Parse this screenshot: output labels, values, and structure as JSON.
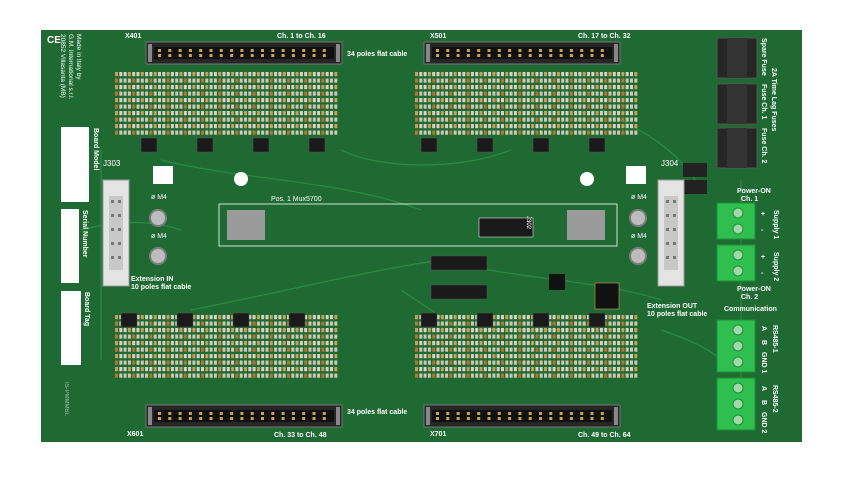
{
  "board": {
    "colors": {
      "pcb": "#1f6a33",
      "pcb_dark": "#165527",
      "trace": "#2c8a43",
      "silkscreen": "#ffffff",
      "terminal": "#2fbf4f",
      "connector": "#262626"
    },
    "manufacturer": [
      "Made in Italy by",
      "G.M. International s.r.l.",
      "20852 Villasanta (MB)"
    ],
    "panels": {
      "board_model": "Board Model",
      "serial_number": "Serial Number",
      "board_tag": "Board Tag"
    },
    "bottom_code": "IS-PMMMBL"
  },
  "connectors": {
    "x401": {
      "ref": "X401",
      "channels": "Ch. 1 to Ch. 16"
    },
    "x501": {
      "ref": "X501",
      "channels": "Ch. 17 to Ch. 32"
    },
    "x601": {
      "ref": "X601",
      "channels": "Ch. 33 to Ch. 48"
    },
    "x701": {
      "ref": "X701",
      "channels": "Ch. 49 to Ch. 64"
    },
    "flat_cable_label": "34 poles flat cable",
    "j303": {
      "ref": "J303",
      "label": "Extension IN",
      "sub": "10 poles flat cable"
    },
    "j304": {
      "ref": "J304",
      "label": "Extension OUT",
      "sub": "10 poles flat cable"
    },
    "j302": "J302"
  },
  "mounting": {
    "hole_label": "ø M4"
  },
  "module_slot": "Pos. 1 Mux5700",
  "fuses": {
    "group_title": "2A Time Lag Fuses",
    "spare": "Spare Fuse",
    "ch1": "Fuse Ch. 1",
    "ch2": "Fuse Ch. 2"
  },
  "power": {
    "power_on_1": "Power-ON",
    "power_on_1_ch": "Ch. 1",
    "power_on_2": "Power-ON",
    "power_on_2_ch": "Ch. 2",
    "supply_1": "Supply 1",
    "supply_2": "Supply 2",
    "plus": "+",
    "minus": "-"
  },
  "communication": {
    "title": "Communication",
    "rs485_1": "RS485-1",
    "rs485_2": "RS485-2",
    "pins_1": [
      "A",
      "B",
      "GND 1"
    ],
    "pins_2": [
      "A",
      "B",
      "GND 2"
    ]
  }
}
